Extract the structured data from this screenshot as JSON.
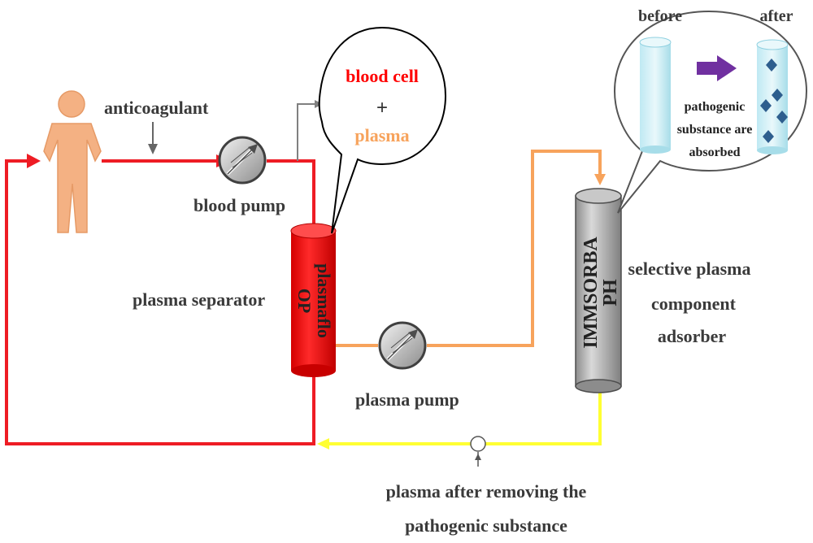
{
  "labels": {
    "anticoagulant": "anticoagulant",
    "blood_pump": "blood pump",
    "plasma_separator": "plasma separator",
    "plasma_pump": "plasma pump",
    "adsorber_line1": "selective plasma",
    "adsorber_line2": "component",
    "adsorber_line3": "adsorber",
    "plasma_after_line1": "plasma after removing the",
    "plasma_after_line2": "pathogenic substance"
  },
  "bubble_left": {
    "line1": "blood cell",
    "plus": "+",
    "line2": "plasma"
  },
  "bubble_right": {
    "before": "before",
    "after": "after",
    "line1": "pathogenic",
    "line2": "substance are",
    "line3": "absorbed"
  },
  "separator_text": {
    "line1": "plasmaflo",
    "line2": "OP"
  },
  "column_text": {
    "line1": "IMMSORBA",
    "line2": "PH"
  },
  "colors": {
    "blood_line": "#ee1c24",
    "plasma_line": "#f7a35c",
    "clean_plasma_line": "#ffff33",
    "separator": "#ff0000",
    "column": "#a6a6a6",
    "person": "#f4b183",
    "arrow_purple": "#7030a0"
  }
}
